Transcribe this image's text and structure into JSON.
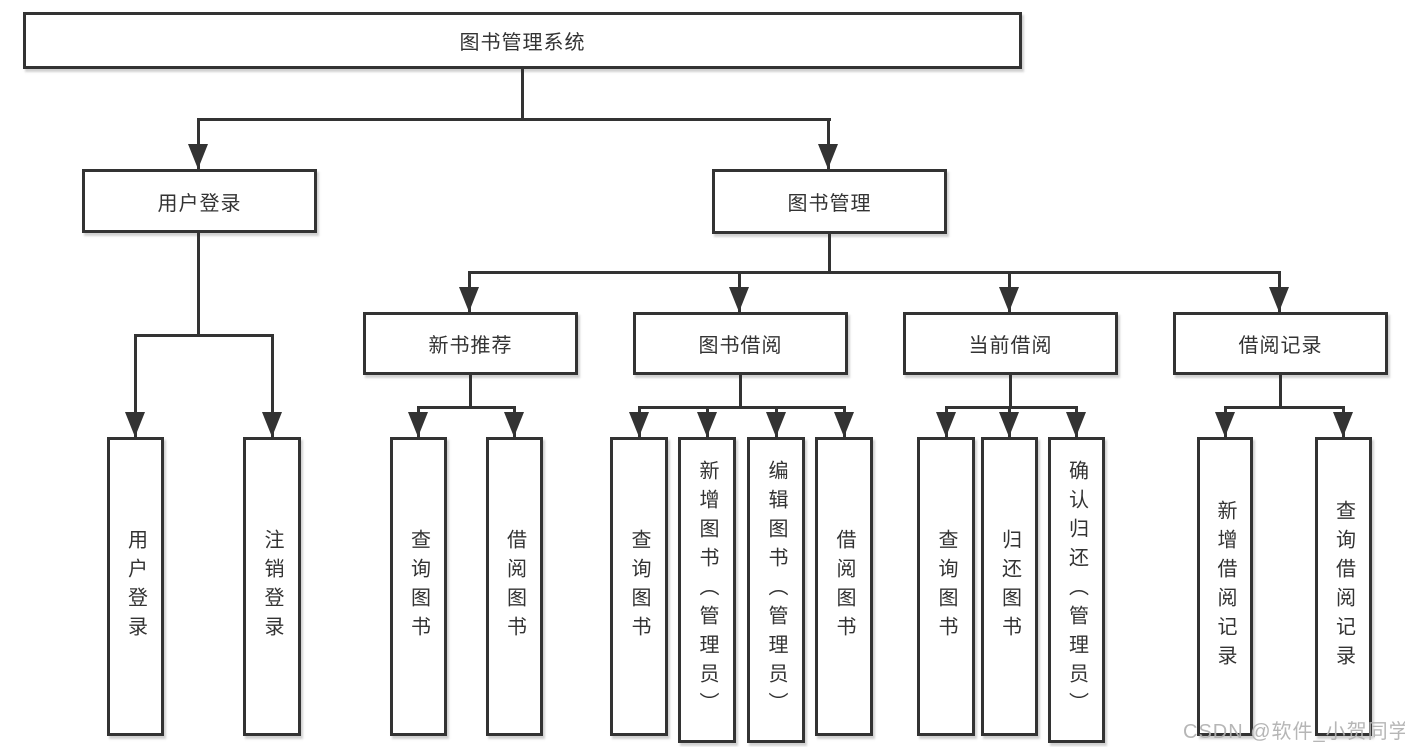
{
  "diagram": {
    "root": {
      "label": "图书管理系统"
    },
    "branches": [
      {
        "label": "用户登录",
        "children": [
          {
            "label": "用户登录"
          },
          {
            "label": "注销登录"
          }
        ]
      },
      {
        "label": "图书管理",
        "children": [
          {
            "label": "新书推荐",
            "children": [
              {
                "label": "查询图书"
              },
              {
                "label": "借阅图书"
              }
            ]
          },
          {
            "label": "图书借阅",
            "children": [
              {
                "label": "查询图书"
              },
              {
                "label": "新增图书（管理员）"
              },
              {
                "label": "编辑图书（管理员）"
              },
              {
                "label": "借阅图书"
              }
            ]
          },
          {
            "label": "当前借阅",
            "children": [
              {
                "label": "查询图书"
              },
              {
                "label": "归还图书"
              },
              {
                "label": "确认归还（管理员）"
              }
            ]
          },
          {
            "label": "借阅记录",
            "children": [
              {
                "label": "新增借阅记录"
              },
              {
                "label": "查询借阅记录"
              }
            ]
          }
        ]
      }
    ],
    "colors": {
      "line": "#333333",
      "box_border": "#333333",
      "box_bg": "#ffffff",
      "text": "#333333",
      "watermark": "#b3b3b3"
    }
  },
  "watermark": {
    "text": "CSDN @软件_小贺同学"
  }
}
